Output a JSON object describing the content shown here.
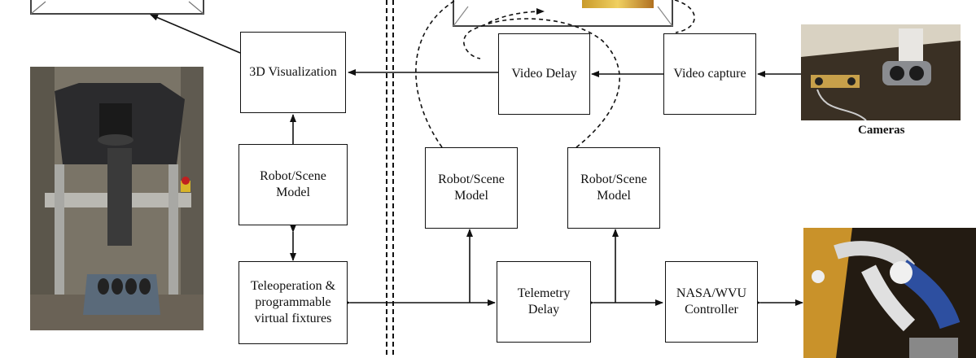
{
  "diagram": {
    "boxes": {
      "vis3d": [
        "3D Visualization"
      ],
      "robot_left": [
        "Robot/Scene",
        "Model"
      ],
      "teleop": [
        "Teleoperation &",
        "programmable",
        "virtual fixtures"
      ],
      "video_delay": [
        "Video Delay"
      ],
      "video_capture": [
        "Video capture"
      ],
      "robot_mid1": [
        "Robot/Scene",
        "Model"
      ],
      "robot_mid2": [
        "Robot/Scene",
        "Model"
      ],
      "telemetry": [
        "Telemetry",
        "Delay"
      ],
      "controller": [
        "NASA/WVU",
        "Controller"
      ]
    },
    "cameras_caption": "Cameras"
  }
}
